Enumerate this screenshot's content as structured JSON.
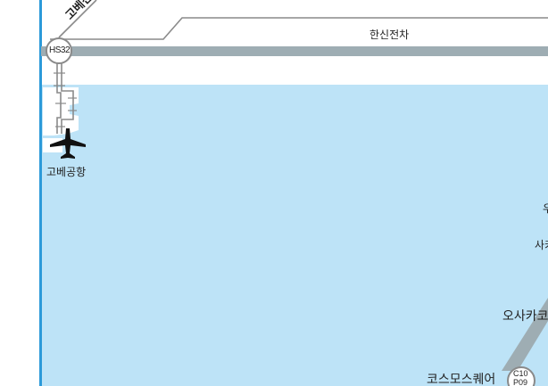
{
  "map": {
    "colors": {
      "water": "#bde3f7",
      "land": "#ffffff",
      "rail_gray": "#9eadb3",
      "line_outline": "#8a8a8a",
      "blue_line": "#2c9ad9",
      "station_fill": "#ffffff",
      "text": "#222222"
    },
    "lines": {
      "kobe_new_transit": {
        "label": "고베신교"
      },
      "hanshin": {
        "label": "한신전차"
      }
    },
    "stations": {
      "hs32": {
        "code": "HS32"
      },
      "kobe_airport": {
        "label": "고베공항",
        "icon": "airplane-icon"
      },
      "osaka_ko": {
        "label": "오사카코"
      },
      "cosmosquare": {
        "label": "코스모스퀘어",
        "codes": [
          "C10",
          "P09"
        ]
      }
    },
    "cutoff_labels": {
      "east_upper": "우",
      "east_mid": "사키"
    }
  }
}
